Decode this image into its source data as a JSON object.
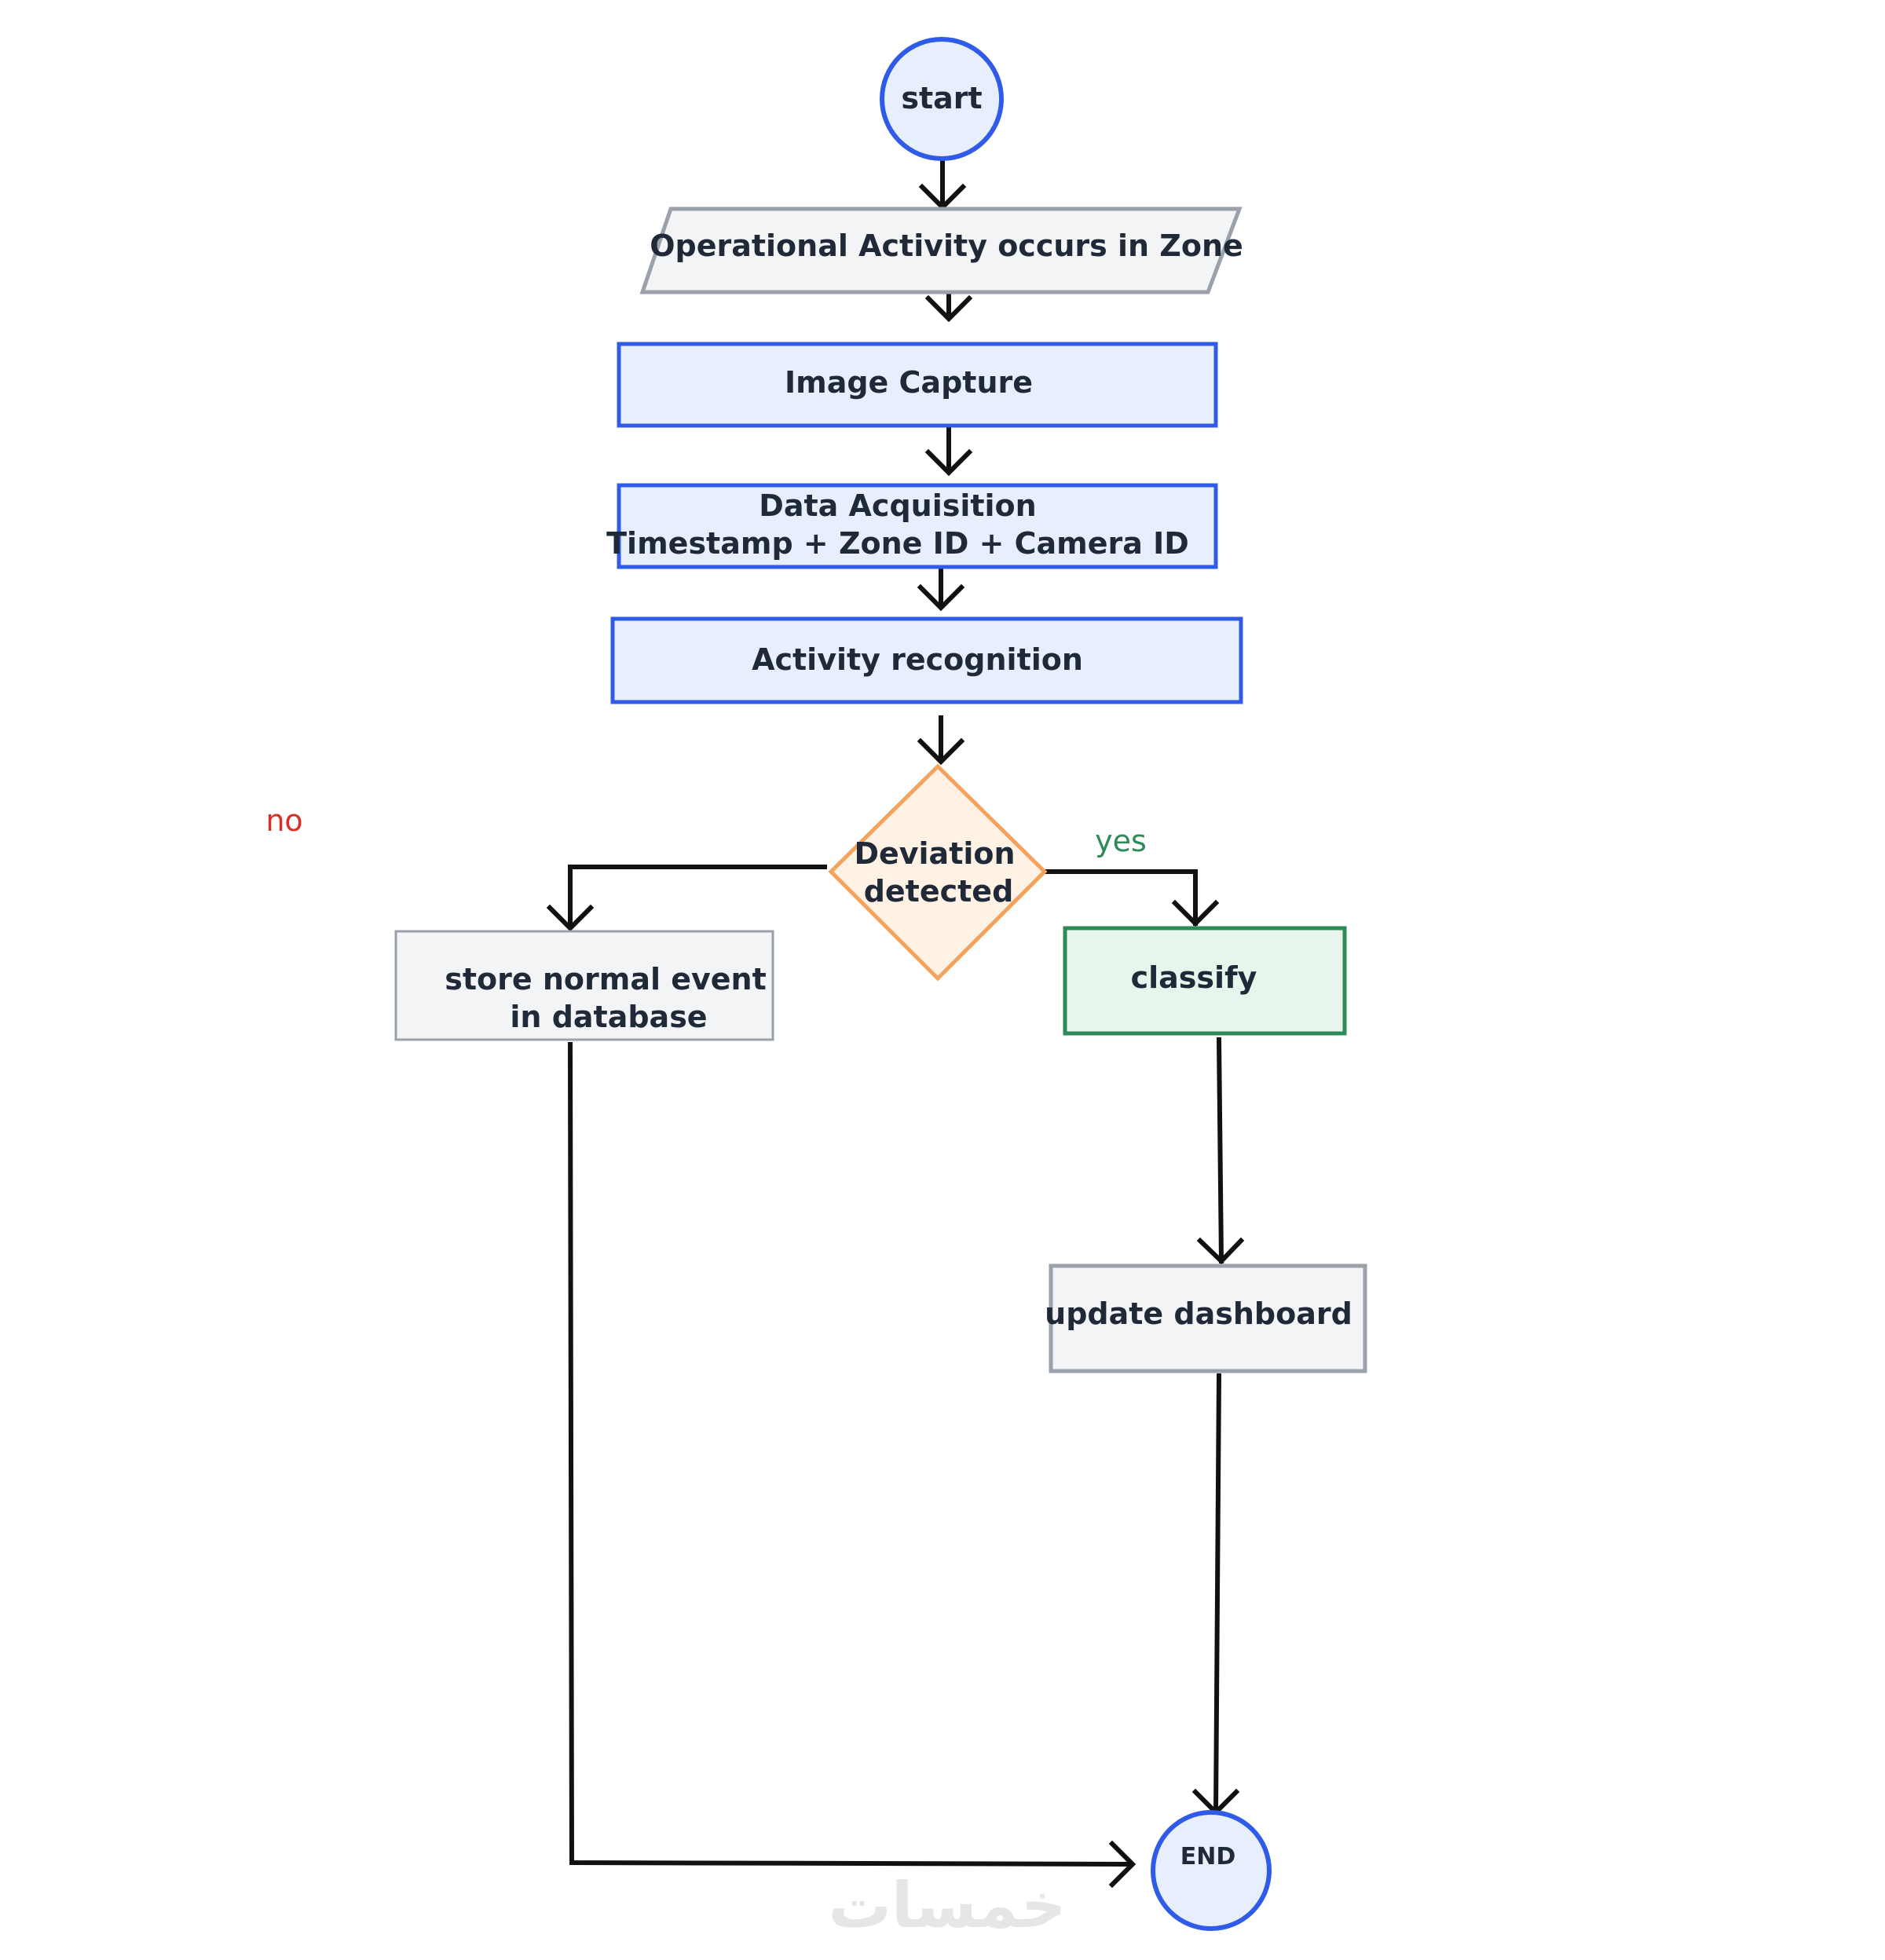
{
  "nodes": {
    "start": {
      "label": "start"
    },
    "operational_activity": {
      "label": "Operational Activity occurs in Zone"
    },
    "image_capture": {
      "label": "Image Capture"
    },
    "data_acquisition": {
      "line1": "Data Acquisition",
      "line2": "Timestamp + Zone ID + Camera ID"
    },
    "activity_recognition": {
      "label": "Activity recognition"
    },
    "deviation": {
      "line1": "Deviation",
      "line2": "detected"
    },
    "store_event": {
      "line1": "store normal event",
      "line2": "in database"
    },
    "classify": {
      "label": "classify"
    },
    "update_dashboard": {
      "label": "update dashboard"
    },
    "end": {
      "label": "END"
    }
  },
  "branch_labels": {
    "no": "no",
    "yes": "yes"
  },
  "watermark": "خمسات",
  "colors": {
    "process_stroke": "#2f5be8",
    "process_fill": "#e8effc",
    "io_stroke": "#9aa1aa",
    "io_fill": "#f2f4f6",
    "decision_stroke": "#f3a35d",
    "decision_fill": "#fff1e3",
    "success_stroke": "#2e8a57",
    "success_fill": "#e8f5ec",
    "neutral_stroke": "#9aa1aa",
    "neutral_fill": "#f3f4f6",
    "connector": "#111111",
    "no_label": "#d9302a",
    "yes_label": "#2e8a57"
  }
}
